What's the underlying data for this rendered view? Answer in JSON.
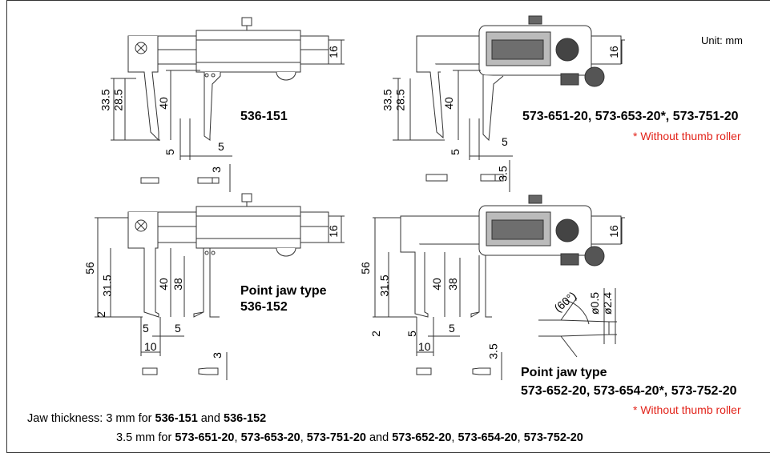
{
  "unit_label": "Unit: mm",
  "models": {
    "m1": "536-151",
    "m2": "573-651-20, 573-653-20*, 573-751-20",
    "m2_note": "* Without thumb roller",
    "m3_line1": "Point jaw type",
    "m3_line2": "536-152",
    "m4_line1": "Point jaw type",
    "m4_line2": "573-652-20, 573-654-20*, 573-752-20",
    "m4_note": "* Without thumb roller"
  },
  "dims": {
    "d16": "16",
    "d33_5": "33.5",
    "d28_5": "28.5",
    "d40": "40",
    "d5": "5",
    "d3": "3",
    "d3_5": "3.5",
    "d56": "56",
    "d31_5": "31.5",
    "d38": "38",
    "d2": "2",
    "d10": "10",
    "angle": "(60°)",
    "phi05": "ø0.5",
    "phi24": "ø2.4"
  },
  "footer": {
    "l1_prefix": "Jaw thickness: 3 mm for ",
    "l1_a": "536-151",
    "l1_and": " and ",
    "l1_b": "536-152",
    "l2_prefix": "3.5 mm for ",
    "l2_a": "573-651-20",
    "l2_sep1": ", ",
    "l2_b": "573-653-20",
    "l2_sep2": ", ",
    "l2_c": "573-751-20",
    "l2_and": " and ",
    "l2_d": "573-652-20",
    "l2_sep3": ", ",
    "l2_e": "573-654-20",
    "l2_sep4": ", ",
    "l2_f": "573-752-20"
  },
  "colors": {
    "accent_red": "#e2231a",
    "line": "#333333",
    "display": "#6e6e6e"
  }
}
